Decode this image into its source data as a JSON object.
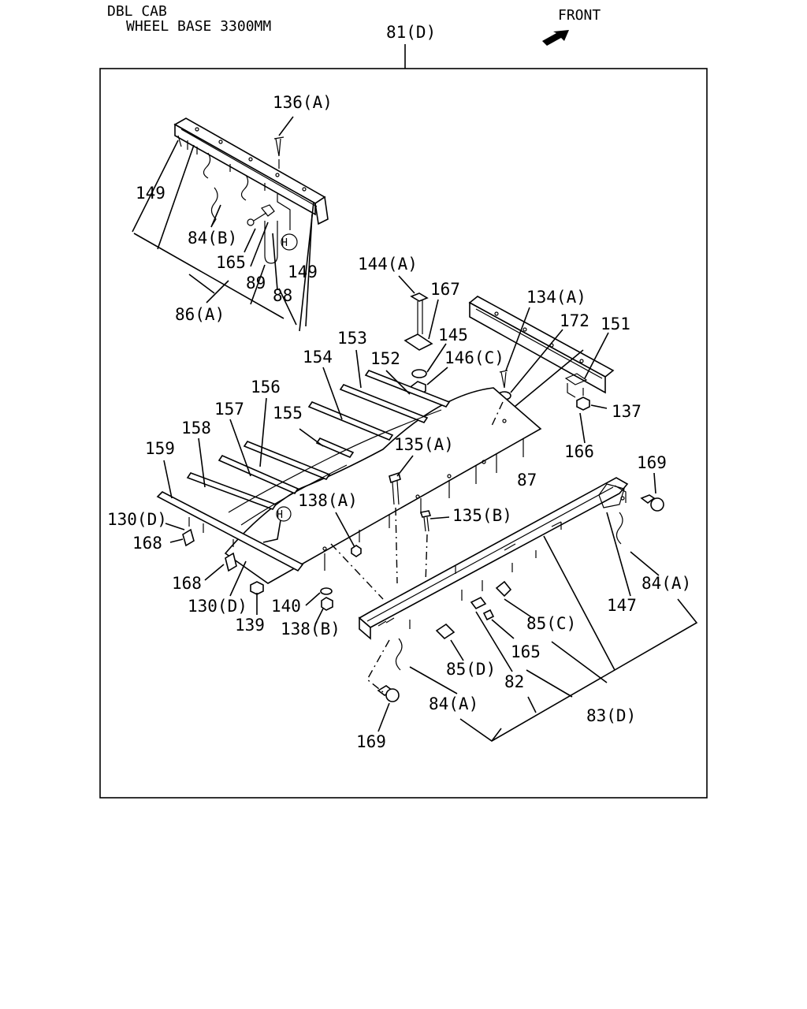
{
  "header": {
    "cab": "DBL CAB",
    "wheelbase": "WHEEL BASE 3300MM",
    "front": "FRONT"
  },
  "labels": {
    "p81d": "81(D)",
    "p136a": "136(A)",
    "p149a": "149",
    "p84b": "84(B)",
    "p165a": "165",
    "p89": "89",
    "p88": "88",
    "p149b": "149",
    "p86a": "86(A)",
    "hA": "H",
    "hB": "H",
    "p144a": "144(A)",
    "p167": "167",
    "p145": "145",
    "p146c": "146(C)",
    "p153": "153",
    "p154": "154",
    "p152": "152",
    "p134a": "134(A)",
    "p172": "172",
    "p151": "151",
    "p137": "137",
    "p166": "166",
    "p156": "156",
    "p157": "157",
    "p155": "155",
    "p158": "158",
    "p159": "159",
    "p135a": "135(A)",
    "p87": "87",
    "p169a": "169",
    "p130d_a": "130(D)",
    "p138a": "138(A)",
    "p135b": "135(B)",
    "p168a": "168",
    "p168b": "168",
    "p130d_b": "130(D)",
    "p140": "140",
    "p139": "139",
    "p138b": "138(B)",
    "p84a_a": "84(A)",
    "p147": "147",
    "p85c": "85(C)",
    "p165b": "165",
    "p85d": "85(D)",
    "p82": "82",
    "p84a_b": "84(A)",
    "p83d": "83(D)",
    "p169b": "169"
  }
}
